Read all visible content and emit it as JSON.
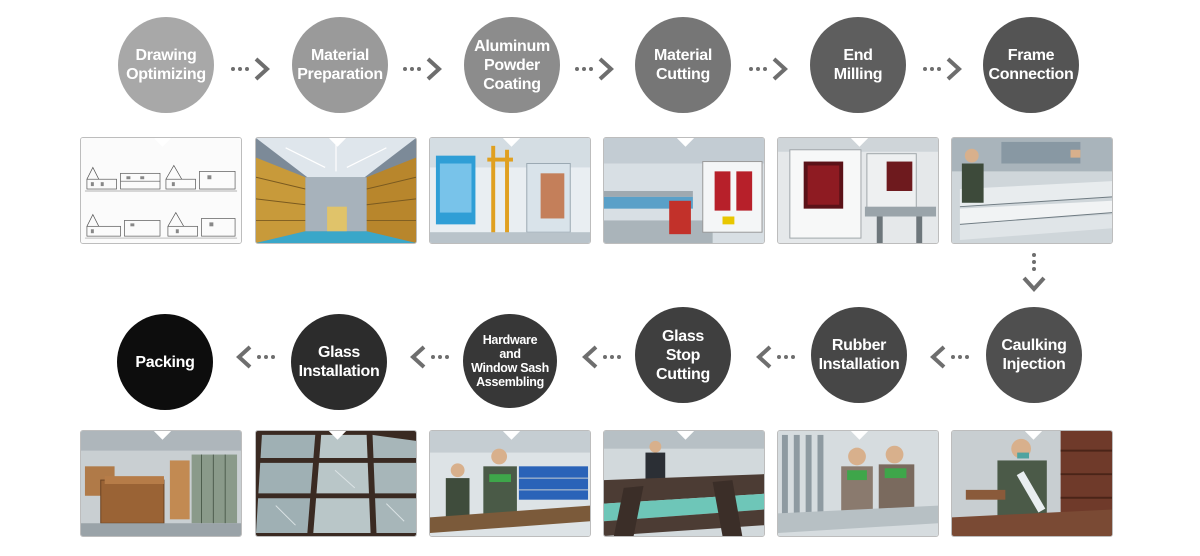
{
  "steps_row1": [
    {
      "label": "Drawing\nOptimizing",
      "color": "#a8a8a8"
    },
    {
      "label": "Material\nPreparation",
      "color": "#9a9a9a"
    },
    {
      "label": "Aluminum\nPowder\nCoating",
      "color": "#8c8c8c"
    },
    {
      "label": "Material\nCutting",
      "color": "#767676"
    },
    {
      "label": "End\nMilling",
      "color": "#5e5e5e"
    },
    {
      "label": "Frame\nConnection",
      "color": "#545454"
    }
  ],
  "steps_row2": [
    {
      "label": "Caulking\nInjection",
      "color": "#4f4f4f"
    },
    {
      "label": "Rubber\nInstallation",
      "color": "#474747"
    },
    {
      "label": "Glass\nStop\nCutting",
      "color": "#3f3f3f"
    },
    {
      "label": "Hardware\nand\nWindow Sash\nAssembling",
      "color": "#373737"
    },
    {
      "label": "Glass\nInstallation",
      "color": "#2c2c2c"
    },
    {
      "label": "Packing",
      "color": "#0d0d0d"
    }
  ],
  "colors": {
    "arrow": "#6e6e6e",
    "photo_border": "#bdbdbd"
  },
  "icons": {
    "arrow_right": "dotted-chevron-right-icon",
    "arrow_left": "dotted-chevron-left-icon",
    "arrow_down": "dotted-chevron-down-icon"
  }
}
